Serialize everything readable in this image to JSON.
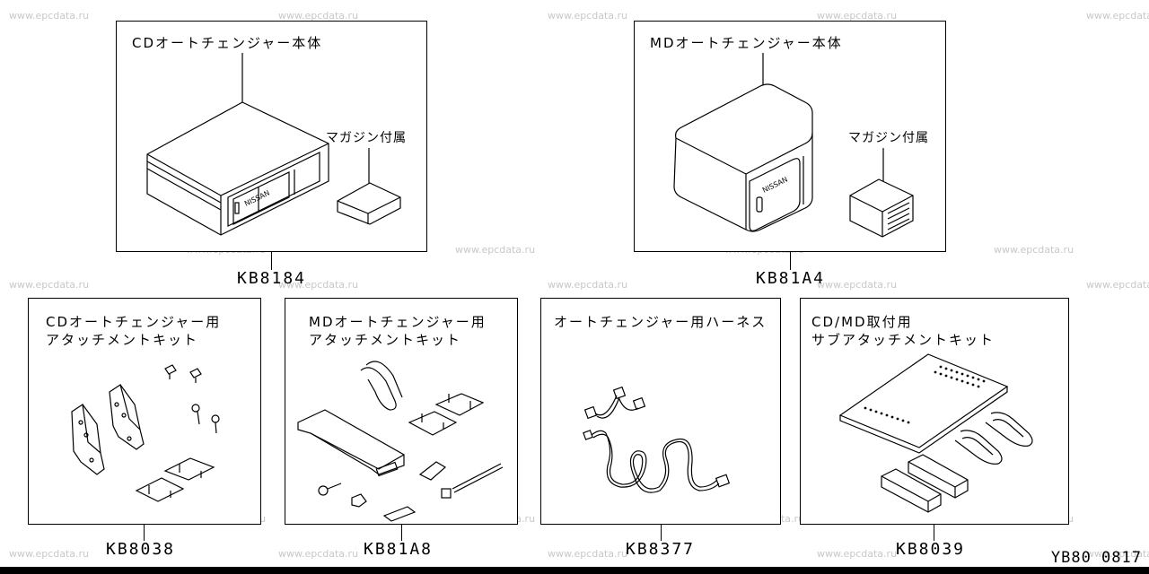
{
  "watermark": "www.epcdata.ru",
  "ref_code": "YB80 0817",
  "panels": {
    "cd_changer": {
      "title": "CDオートチェンジャー本体",
      "callout": "マガジン付属",
      "code": "KB8184",
      "logo": "NISSAN"
    },
    "md_changer": {
      "title": "MDオートチェンジャー本体",
      "callout": "マガジン付属",
      "code": "KB81A4",
      "logo": "NISSAN"
    },
    "cd_attach": {
      "title_line1": "CDオートチェンジャー用",
      "title_line2": "アタッチメントキット",
      "code": "KB8038"
    },
    "md_attach": {
      "title_line1": "MDオートチェンジャー用",
      "title_line2": "アタッチメントキット",
      "code": "KB81A8"
    },
    "harness": {
      "title_line1": "オートチェンジャー用ハーネス",
      "code": "KB8377"
    },
    "sub_attach": {
      "title_line1": "CD/MD取付用",
      "title_line2": "サブアタッチメントキット",
      "code": "KB8039"
    }
  }
}
